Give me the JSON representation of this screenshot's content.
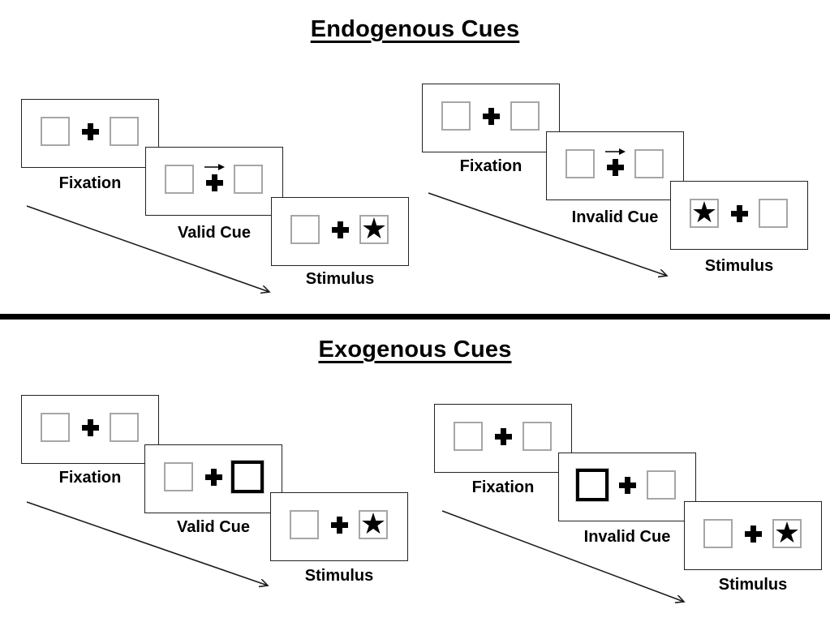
{
  "diagram": {
    "sections": [
      {
        "title": "Endogenous Cues",
        "trials": [
          {
            "type": "valid",
            "panels": [
              {
                "label": "Fixation"
              },
              {
                "label": "Valid Cue",
                "cue": "central-arrow-right"
              },
              {
                "label": "Stimulus",
                "target_side": "right"
              }
            ]
          },
          {
            "type": "invalid",
            "panels": [
              {
                "label": "Fixation"
              },
              {
                "label": "Invalid Cue",
                "cue": "central-arrow-right"
              },
              {
                "label": "Stimulus",
                "target_side": "left"
              }
            ]
          }
        ]
      },
      {
        "title": "Exogenous Cues",
        "trials": [
          {
            "type": "valid",
            "panels": [
              {
                "label": "Fixation"
              },
              {
                "label": "Valid Cue",
                "cue": "highlighted-right-box"
              },
              {
                "label": "Stimulus",
                "target_side": "right"
              }
            ]
          },
          {
            "type": "invalid",
            "panels": [
              {
                "label": "Fixation"
              },
              {
                "label": "Invalid Cue",
                "cue": "highlighted-left-box"
              },
              {
                "label": "Stimulus",
                "target_side": "right"
              }
            ]
          }
        ]
      }
    ]
  },
  "icons": {
    "star": "★"
  },
  "colors": {
    "background": "#ffffff",
    "ink": "#000000",
    "box_border": "#a6a6a6",
    "panel_border": "#222222"
  }
}
